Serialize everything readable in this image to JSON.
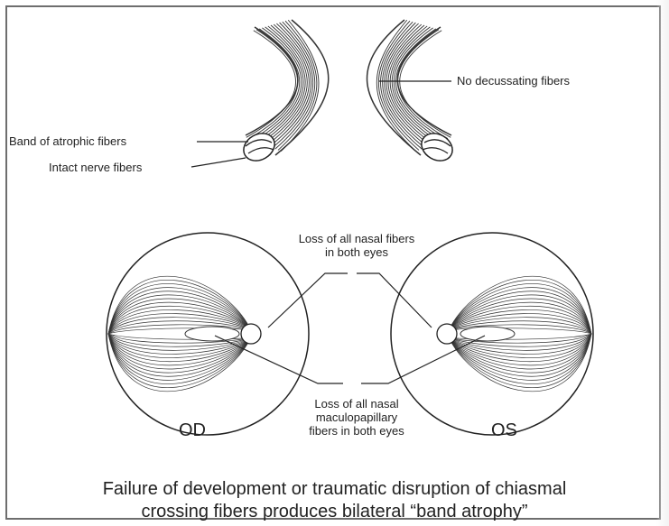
{
  "labels": {
    "no_decussating": "No decussating fibers",
    "band_atrophic": "Band of atrophic fibers",
    "intact_fibers": "Intact nerve fibers",
    "loss_nasal_line1": "Loss of all nasal fibers",
    "loss_nasal_line2": "in both eyes",
    "loss_macular_line1": "Loss of all nasal",
    "loss_macular_line2": "maculopapillary",
    "loss_macular_line3": "fibers in both eyes"
  },
  "eyes": {
    "right": "OD",
    "left": "OS"
  },
  "caption": {
    "line1": "Failure of development or traumatic disruption of chiasmal",
    "line2": "crossing fibers produces bilateral “band atrophy”"
  },
  "colors": {
    "ink": "#1a1a1a",
    "fiber": "#333333",
    "frame": "#6e6e6e"
  }
}
